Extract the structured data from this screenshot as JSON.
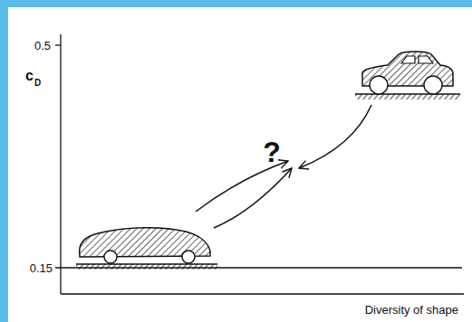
{
  "diagram": {
    "labels": [
      "0.5",
      "c",
      "D",
      "0.15",
      "?",
      "Diversity of shape"
    ]
  }
}
